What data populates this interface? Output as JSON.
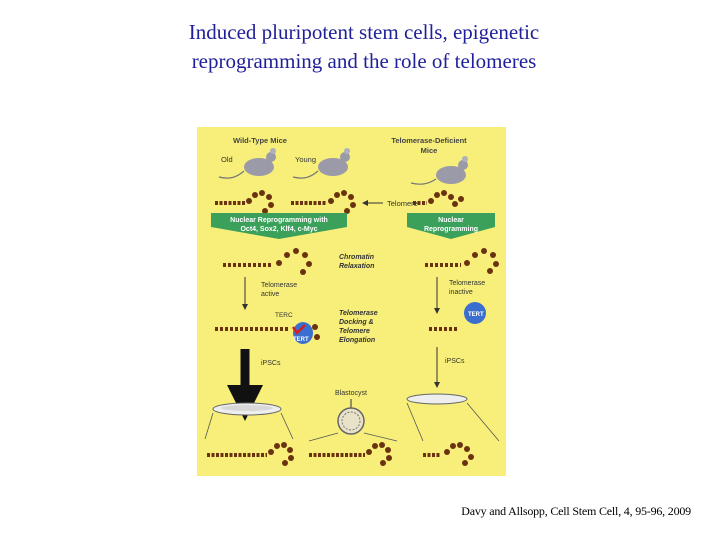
{
  "slide": {
    "title_line1": "Induced pluripotent stem cells, epigenetic",
    "title_line2": "reprogramming and the role of telomeres",
    "citation": "Davy and Allsopp, Cell Stem Cell, 4, 95-96, 2009"
  },
  "figure": {
    "background_color": "#f7ef7a",
    "accent_green": "#3aa05a",
    "bead_color": "#6b3210",
    "tert_color": "#3a6fd0",
    "terc_color": "#cc2222",
    "wild_type_mice": "Wild-Type Mice",
    "telomerase_deficient_line1": "Telomerase-Deficient",
    "telomerase_deficient_line2": "Mice",
    "old": "Old",
    "young": "Young",
    "telomere": "Telomere",
    "nuclear_reprog_wt_line1": "Nuclear Reprogramming with",
    "nuclear_reprog_wt_line2": "Oct4, Sox2, Klf4, c-Myc",
    "nuclear_reprog_td_line1": "Nuclear",
    "nuclear_reprog_td_line2": "Reprogramming",
    "chromatin_line1": "Chromatin",
    "chromatin_line2": "Relaxation",
    "telomerase_active_line1": "Telomerase",
    "telomerase_active_line2": "active",
    "telomerase_inactive_line1": "Telomerase",
    "telomerase_inactive_line2": "inactive",
    "terc": "TERC",
    "tert": "TERT",
    "docking_line1": "Telomerase",
    "docking_line2": "Docking &",
    "docking_line3": "Telomere",
    "docking_line4": "Elongation",
    "ipscs": "iPSCs",
    "blastocyst": "Blastocyst"
  }
}
